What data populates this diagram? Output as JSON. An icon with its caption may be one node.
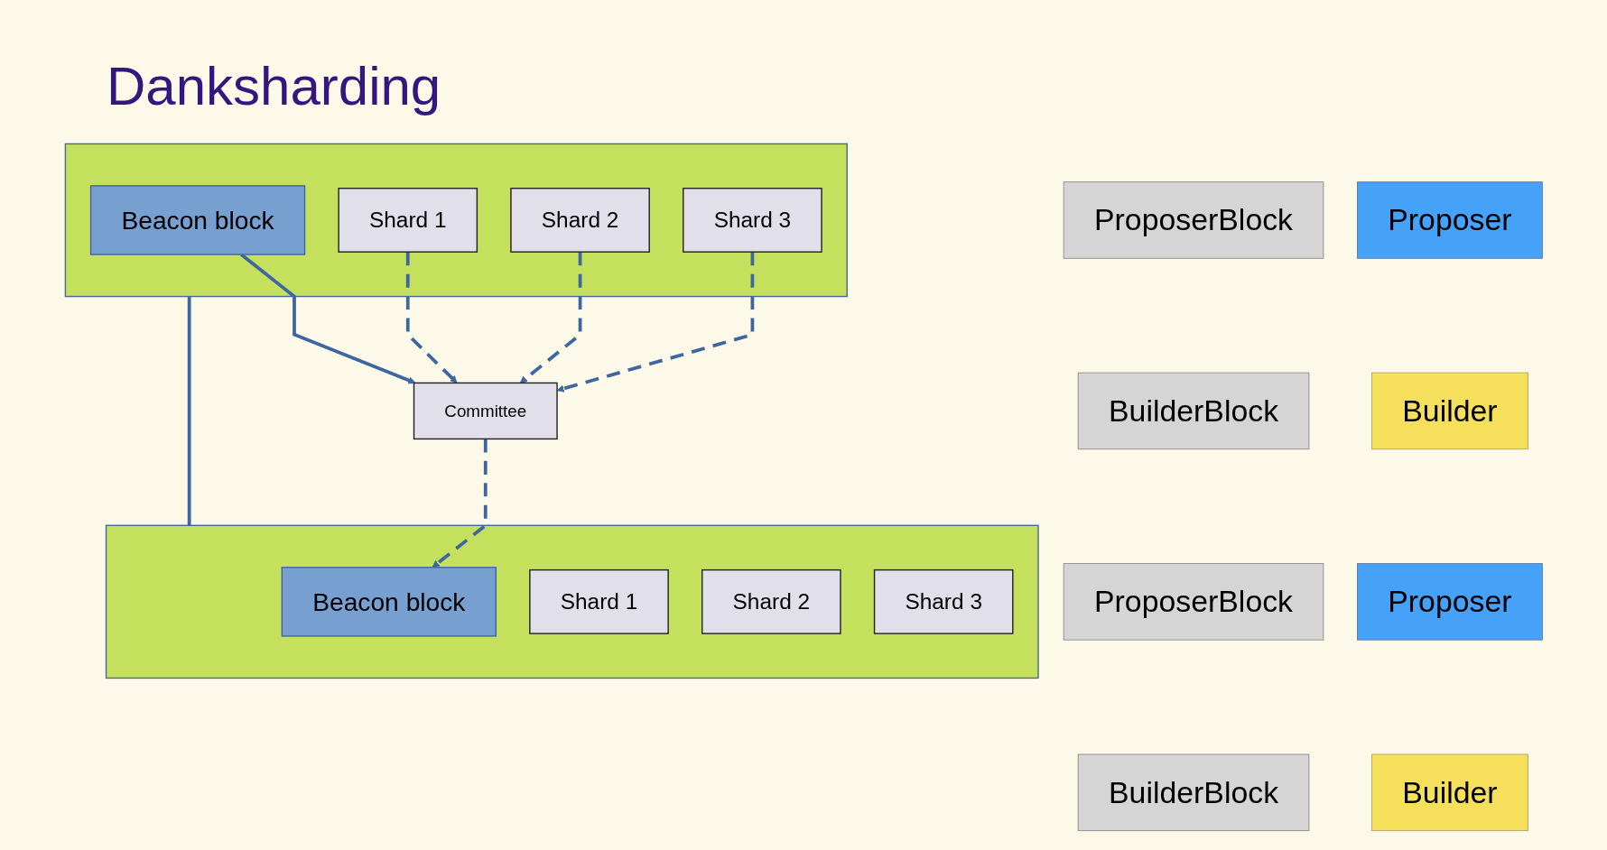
{
  "diagram": {
    "title": "Danksharding",
    "nodes": [
      {
        "text": [
          "ProposerBlock"
        ]
      },
      {
        "text": [
          "Proposer"
        ]
      },
      {
        "text": [],
        "shape": "box"
      },
      {
        "text": [
          "Beacon block"
        ],
        "in": 2
      },
      {
        "text": [
          "Shard 1"
        ],
        "in": 2
      },
      {
        "text": [
          "Shard 2"
        ],
        "in": 2
      },
      {
        "text": [
          "Shard 3"
        ],
        "in": 2
      },
      {
        "text": [
          "BuilderBlock"
        ]
      },
      {
        "text": [
          "Builder"
        ]
      },
      {
        "text": [
          "Committee"
        ]
      },
      {
        "text": [
          "ProposerBlock"
        ]
      },
      {
        "text": [
          "Proposer"
        ]
      },
      {
        "text": [],
        "shape": "box"
      },
      {
        "text": [
          "Beacon block"
        ],
        "in": 12
      },
      {
        "text": [
          "Shard 1"
        ],
        "in": 12
      },
      {
        "text": [
          "Shard 2"
        ],
        "in": 12
      },
      {
        "text": [
          "Shard 3"
        ],
        "in": 12
      },
      {
        "text": [
          "BuilderBlock"
        ]
      },
      {
        "text": [
          "Builder"
        ]
      }
    ],
    "edges": [
      {
        "from": 3,
        "to": 9,
        "arrow": "to"
      },
      {
        "from": 4,
        "to": 9,
        "arrow": "to",
        "style": "dashed"
      },
      {
        "from": 5,
        "to": 9,
        "arrow": "to",
        "style": "dashed"
      },
      {
        "from": 6,
        "to": 9,
        "arrow": "to",
        "style": "dashed"
      },
      {
        "from": 9,
        "to": 13,
        "arrow": "to",
        "style": "dashed"
      },
      {
        "from": 2,
        "to": 12,
        "arrow": "none"
      }
    ]
  }
}
